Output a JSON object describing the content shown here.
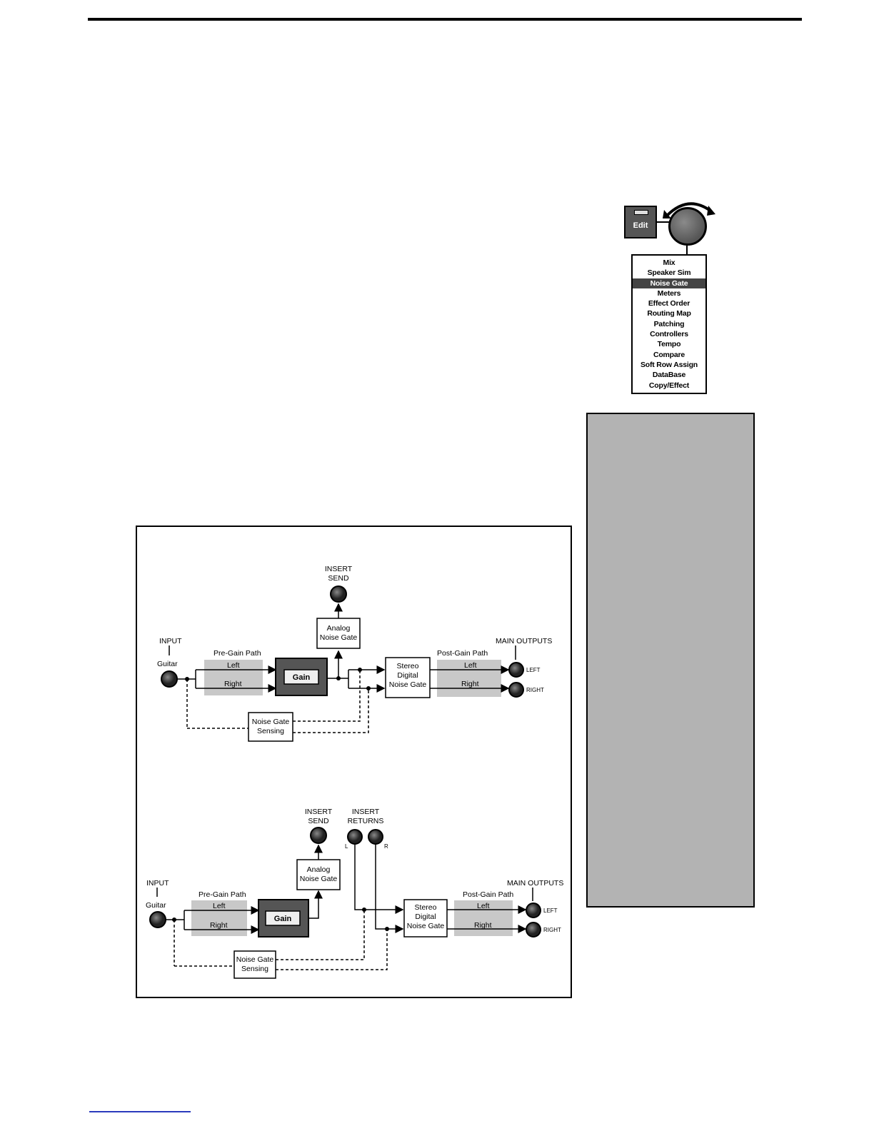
{
  "edit_menu": {
    "edit_button_label": "Edit",
    "items": [
      "Mix",
      "Speaker Sim",
      "Noise Gate",
      "Meters",
      "Effect Order",
      "Routing Map",
      "Patching",
      "Controllers",
      "Tempo",
      "Compare",
      "Soft Row Assign",
      "DataBase",
      "Copy/Effect"
    ],
    "selected_index": 2
  },
  "diagram_top": {
    "input_label": "INPUT",
    "guitar_label": "Guitar",
    "pre_gain_path": "Pre-Gain Path",
    "left": "Left",
    "right": "Right",
    "gain": "Gain",
    "insert_send": [
      "INSERT",
      "SEND"
    ],
    "analog_noise_gate": [
      "Analog",
      "Noise Gate"
    ],
    "stereo_digital_noise_gate": [
      "Stereo",
      "Digital",
      "Noise Gate"
    ],
    "post_gain_path": "Post-Gain Path",
    "main_outputs": "MAIN OUTPUTS",
    "out_left": "LEFT",
    "out_right": "RIGHT",
    "noise_gate_sensing": [
      "Noise Gate",
      "Sensing"
    ]
  },
  "diagram_bottom": {
    "input_label": "INPUT",
    "guitar_label": "Guitar",
    "pre_gain_path": "Pre-Gain Path",
    "left": "Left",
    "right": "Right",
    "gain": "Gain",
    "insert_send": [
      "INSERT",
      "SEND"
    ],
    "insert_returns": [
      "INSERT",
      "RETURNS"
    ],
    "return_l": "L",
    "return_r": "R",
    "analog_noise_gate": [
      "Analog",
      "Noise Gate"
    ],
    "stereo_digital_noise_gate": [
      "Stereo",
      "Digital",
      "Noise Gate"
    ],
    "post_gain_path": "Post-Gain Path",
    "main_outputs": "MAIN OUTPUTS",
    "out_left": "LEFT",
    "out_right": "RIGHT",
    "noise_gate_sensing": [
      "Noise Gate",
      "Sensing"
    ]
  },
  "colors": {
    "path_gray": "#c8c8c8",
    "gain_box": "#555555",
    "sidebar": "#b3b3b3",
    "rule": "#000000",
    "footer_rule": "#2b3bbd"
  }
}
